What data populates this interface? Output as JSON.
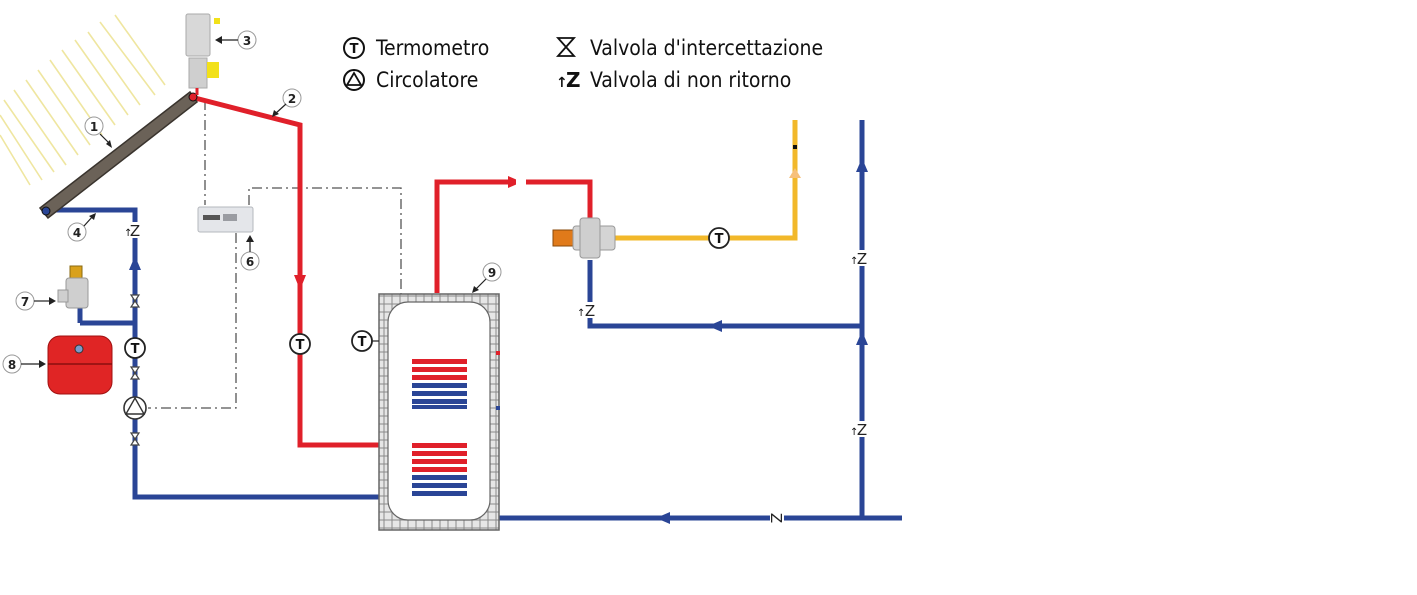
{
  "title": "Schema impianto solare termico",
  "colors": {
    "hot_pipe": "#e0202a",
    "cold_pipe": "#2a4596",
    "mixed_pipe": "#f2b82a",
    "collector": "#6b6258",
    "expansion_tank": "#e02525",
    "insulation": "#9a9a9a",
    "control_line": "#555555",
    "sun_rays": "#efe8a8"
  },
  "legend": {
    "items": [
      {
        "symbol": "T",
        "icon": "thermometer-icon",
        "label": "Termometro"
      },
      {
        "symbol": "△",
        "icon": "circulator-icon",
        "label": "Circolatore"
      },
      {
        "symbol": "⧖",
        "icon": "shutoff-valve-icon",
        "label": "Valvola d'intercettazione"
      },
      {
        "symbol": "↑Z",
        "icon": "check-valve-icon",
        "label": "Valvola di non ritorno"
      }
    ]
  },
  "callouts": [
    {
      "number": "1",
      "component": "solar-collector"
    },
    {
      "number": "2",
      "component": "hot-flow-pipe"
    },
    {
      "number": "3",
      "component": "air-vent"
    },
    {
      "number": "4",
      "component": "cold-return-pipe"
    },
    {
      "number": "6",
      "component": "solar-controller"
    },
    {
      "number": "7",
      "component": "safety-valve"
    },
    {
      "number": "8",
      "component": "expansion-tank"
    },
    {
      "number": "9",
      "component": "storage-tank"
    }
  ],
  "symbols": {
    "thermometer_letter": "T",
    "check_valve_label": "Z"
  }
}
